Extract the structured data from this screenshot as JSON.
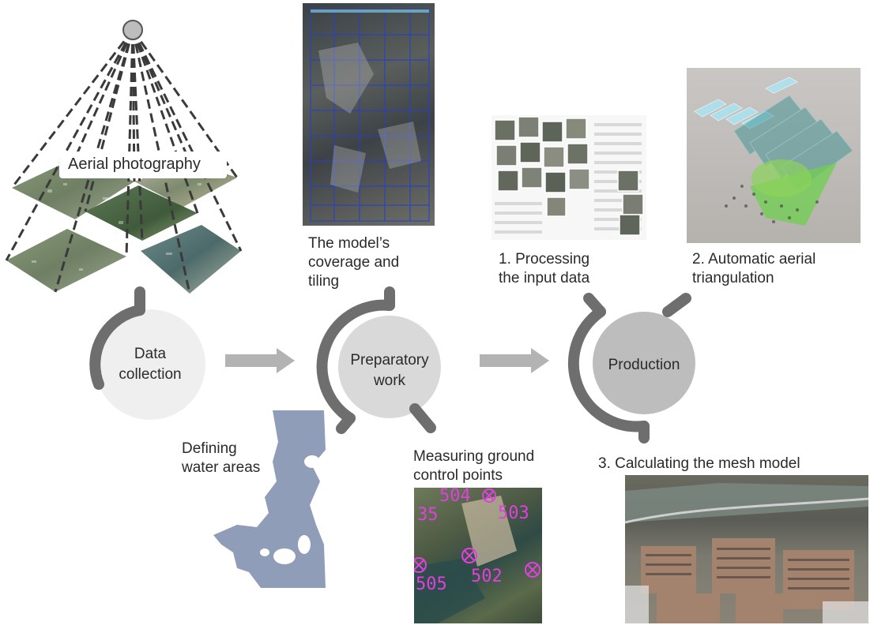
{
  "title_label": "Aerial photography",
  "stages": [
    {
      "id": "data-collection",
      "lines": [
        "Data",
        "collection"
      ]
    },
    {
      "id": "preparatory-work",
      "lines": [
        "Preparatory",
        "work"
      ]
    },
    {
      "id": "production",
      "lines": [
        "Production"
      ]
    }
  ],
  "labels": {
    "coverage": [
      "The model’s",
      "coverage and",
      "tiling"
    ],
    "water": [
      "Defining",
      "water areas"
    ],
    "gcp": [
      "Measuring ground",
      "control points"
    ],
    "processing": [
      "1. Processing",
      "the input data"
    ],
    "triangulation": [
      "2. Automatic aerial",
      "triangulation"
    ],
    "mesh": [
      "3. Calculating the mesh model"
    ]
  },
  "gcp_points": [
    "504",
    "503",
    "35",
    "502",
    "505"
  ],
  "colors": {
    "ring_dark": "#6e6e6e",
    "circle_light": "#efefef",
    "circle_mid": "#d9d9d9",
    "circle_dark": "#bdbdbd",
    "arrow": "#b3b3b3",
    "gcp_marker": "#e040e0"
  }
}
